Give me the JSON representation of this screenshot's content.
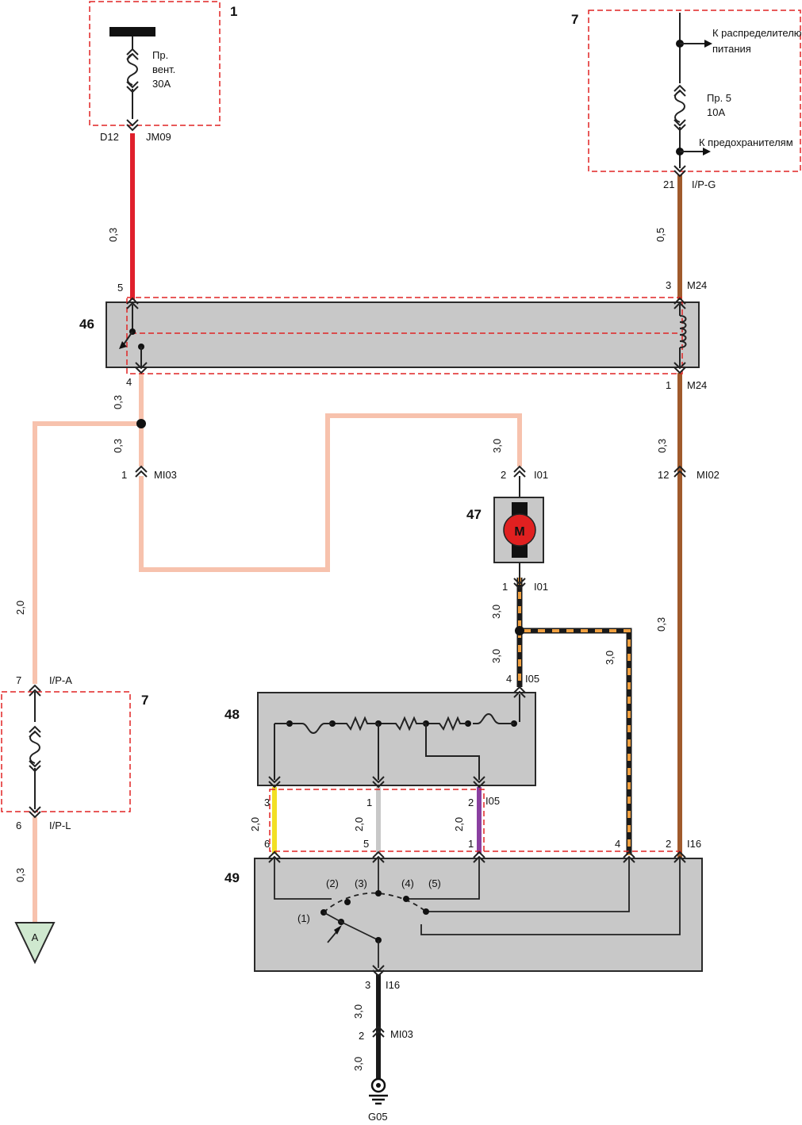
{
  "colors": {
    "red": "#e0202c",
    "pink": "#f7c2ad",
    "brown": "#a05a2c",
    "black": "#1a1a1a",
    "orange": "#f0a040",
    "yellow": "#f2e024",
    "gray": "#c8c8c8",
    "purple": "#8a3fa0",
    "motor": "#e02020",
    "ground_flag": "#cfe8cf"
  },
  "components": {
    "c1": {
      "num": "1",
      "line1": "Пр.",
      "line2": "вент.",
      "line3": "30A"
    },
    "c7_top": {
      "num": "7",
      "dist": "К распределителю",
      "dist2": "питания",
      "fuse1": "Пр. 5",
      "fuse2": "10A",
      "to_fuses": "К предохранителям"
    },
    "c46": {
      "num": "46"
    },
    "c47": {
      "num": "47",
      "motor": "M"
    },
    "c48": {
      "num": "48"
    },
    "c49": {
      "num": "49"
    },
    "c7_bottom": {
      "num": "7"
    }
  },
  "connectors": {
    "d12": "D12",
    "jm09": "JM09",
    "p21": "21",
    "ipg": "I/P-G",
    "p5": "5",
    "p3": "3",
    "m24a": "M24",
    "p4": "4",
    "p1": "1",
    "m24b": "M24",
    "p1_mi03": "1",
    "mi03a": "MI03",
    "p12": "12",
    "mi02": "MI02",
    "p2_i01": "2",
    "i01a": "I01",
    "p1_i01": "1",
    "i01b": "I01",
    "p4_i05": "4",
    "i05a": "I05",
    "p7": "7",
    "ipa": "I/P-A",
    "p6": "6",
    "ipl": "I/P-L",
    "p48_3": "3",
    "p48_1": "1",
    "p48_2": "2",
    "i05b": "I05",
    "p49_6": "6",
    "p49_5": "5",
    "p49_1": "1",
    "p49_4": "4",
    "p49_2": "2",
    "i16a": "I16",
    "p3_i16": "3",
    "i16b": "I16",
    "p2_mi03": "2",
    "mi03b": "MI03",
    "g05": "G05",
    "flag": "A"
  },
  "wire_sizes": {
    "red": "0,3",
    "brown_top": "0,5",
    "pink_46": "0,3",
    "pink_mi03": "0,3",
    "brown_mi02": "0,3",
    "pink_i01": "3,0",
    "pink_left": "2,0",
    "bo_i01": "3,0",
    "bo_i05": "3,0",
    "bo_right": "3,0",
    "brown_low": "0,3",
    "pink_a": "0,3",
    "yellow": "2,0",
    "gray": "2,0",
    "purple": "2,0",
    "ground1": "3,0",
    "ground2": "3,0"
  },
  "switch_positions": {
    "s1": "(1)",
    "s2": "(2)",
    "s3": "(3)",
    "s4": "(4)",
    "s5": "(5)"
  }
}
